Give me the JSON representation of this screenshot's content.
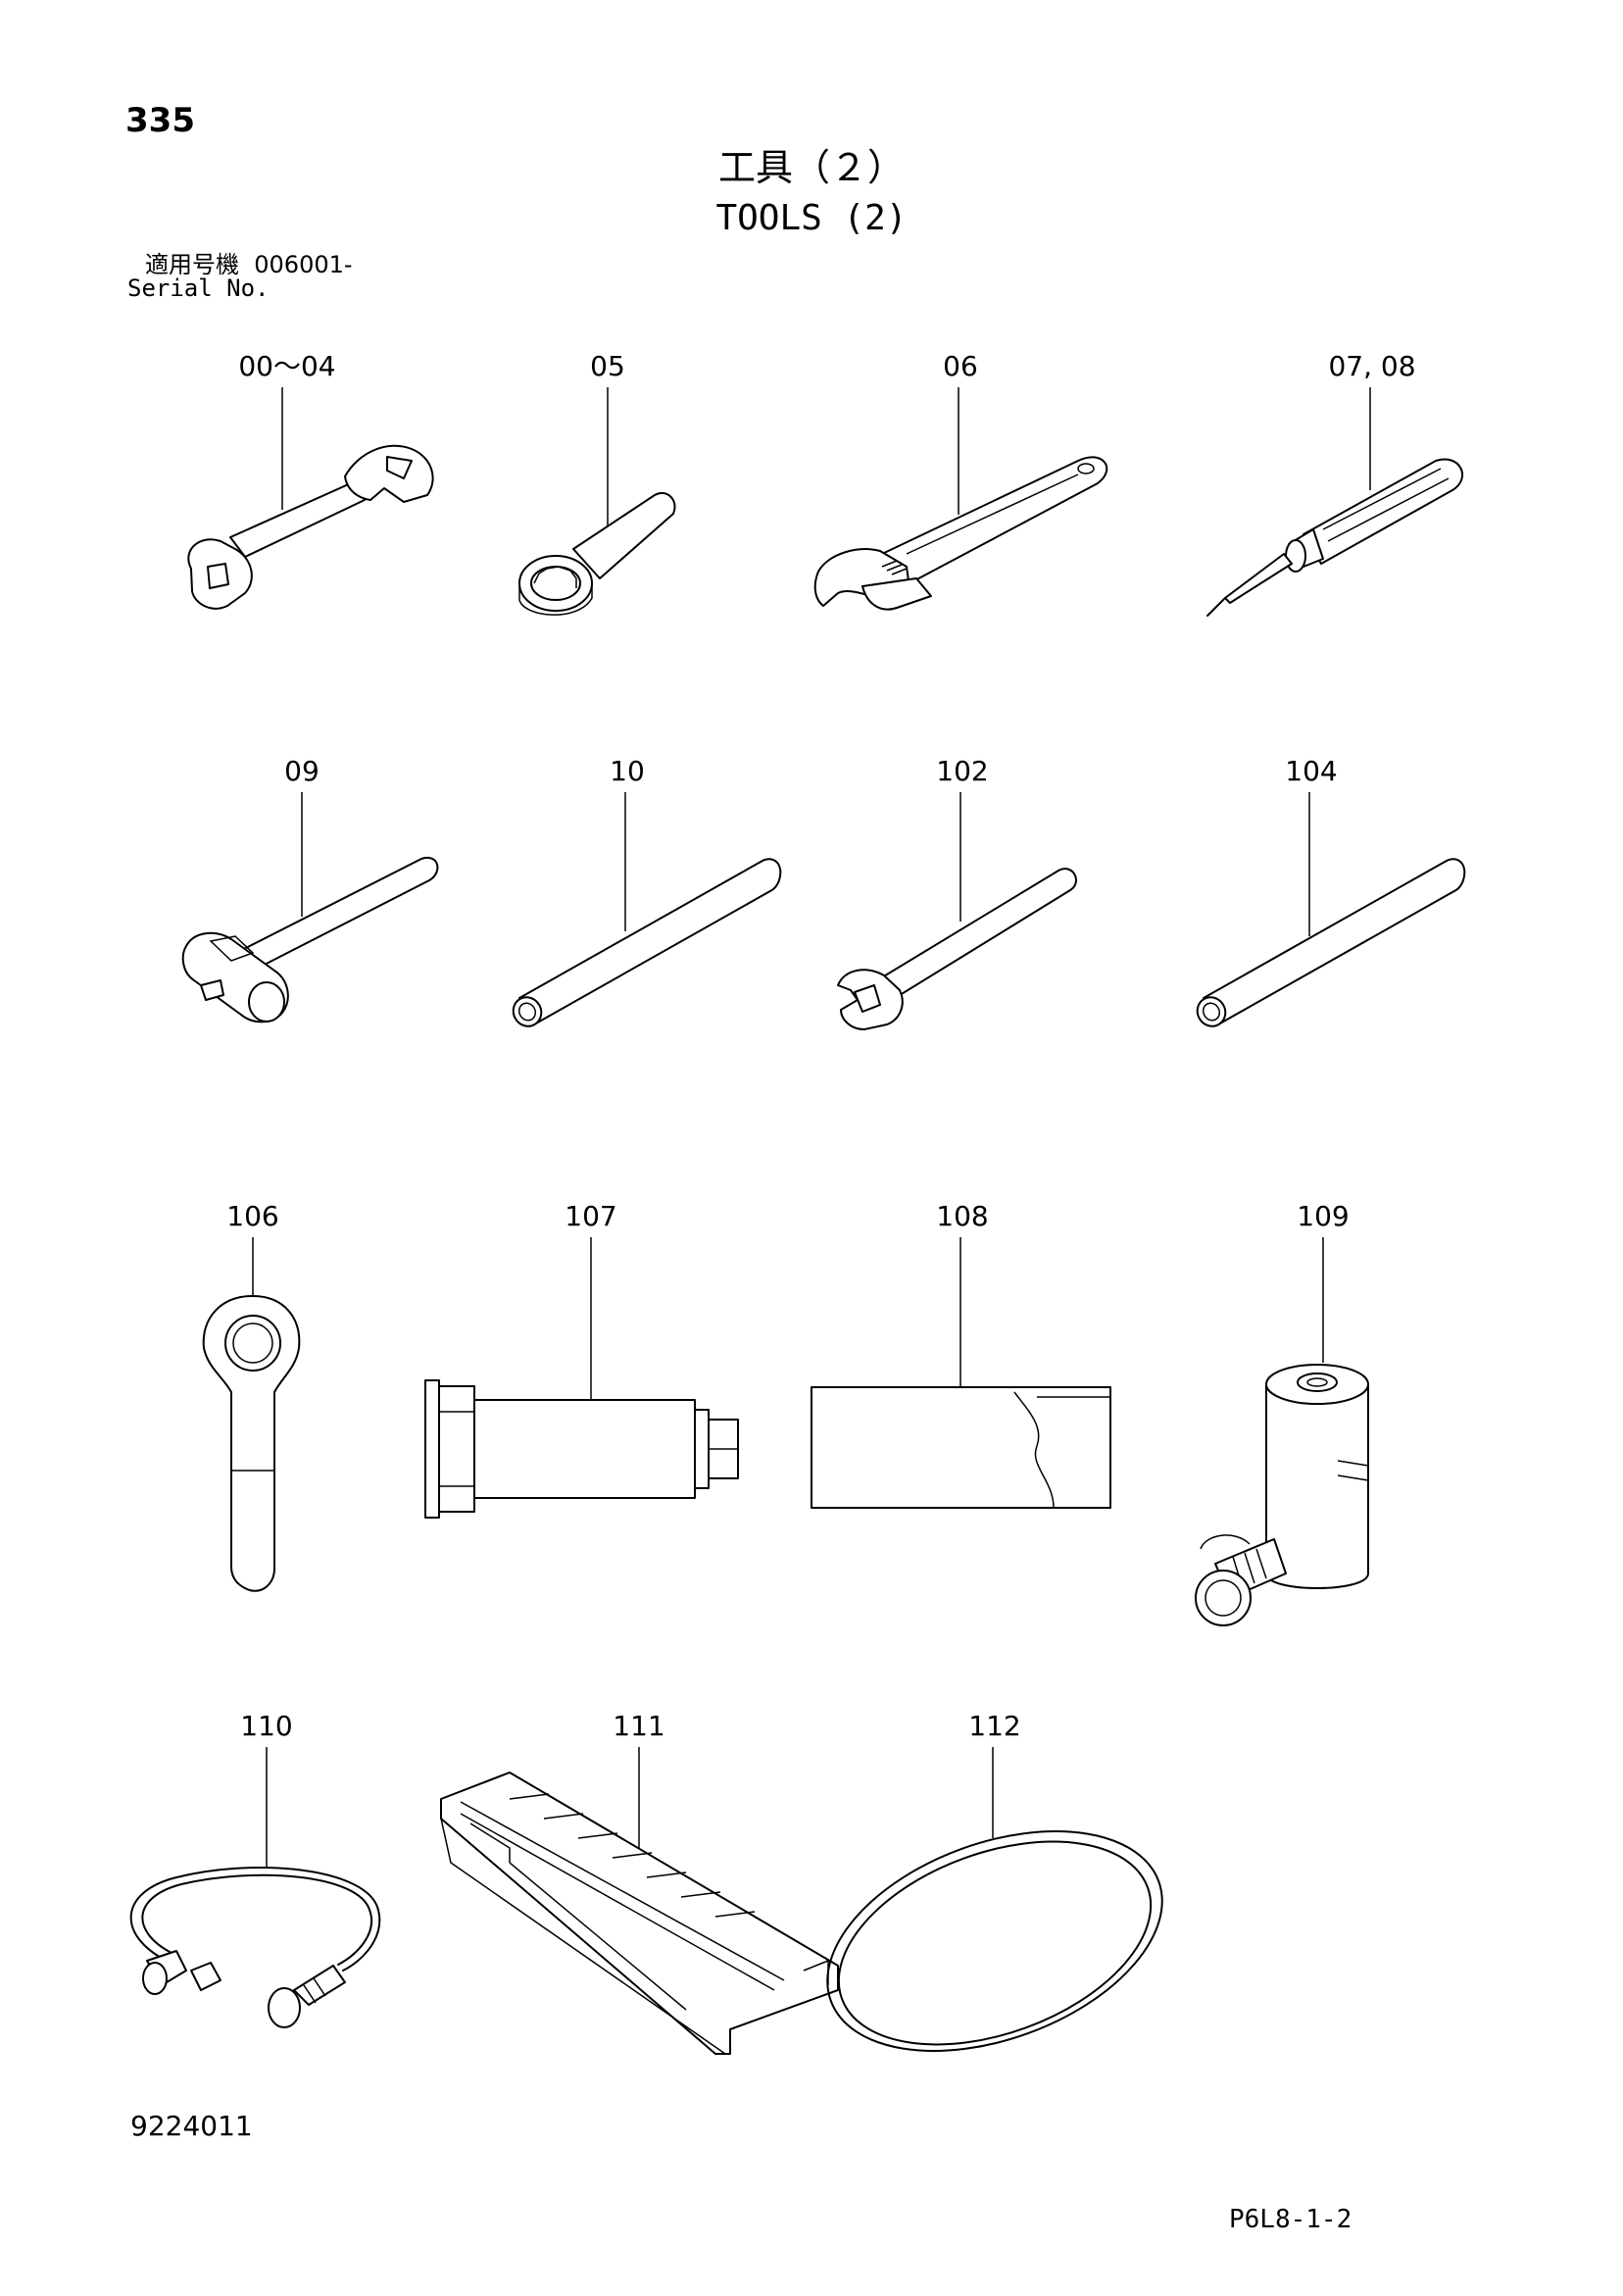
{
  "page_number": "335",
  "title_jp": "工具（２）",
  "title_en": "TOOLS (2)",
  "serial": {
    "label_jp": "適用号機",
    "value": "006001-",
    "label_en": "Serial No."
  },
  "parts": [
    {
      "label": "00〜04",
      "icon": "open-end-wrench-icon"
    },
    {
      "label": "05",
      "icon": "ring-wrench-icon"
    },
    {
      "label": "06",
      "icon": "adjustable-wrench-icon"
    },
    {
      "label": "07, 08",
      "icon": "screwdriver-icon"
    },
    {
      "label": "09",
      "icon": "hammer-icon"
    },
    {
      "label": "10",
      "icon": "pipe-icon"
    },
    {
      "label": "102",
      "icon": "single-open-wrench-icon"
    },
    {
      "label": "104",
      "icon": "pipe-icon"
    },
    {
      "label": "106",
      "icon": "eye-bolt-icon"
    },
    {
      "label": "107",
      "icon": "bushing-tool-icon"
    },
    {
      "label": "108",
      "icon": "plate-icon"
    },
    {
      "label": "109",
      "icon": "hydraulic-jack-icon"
    },
    {
      "label": "110",
      "icon": "hydraulic-hose-icon"
    },
    {
      "label": "111",
      "icon": "ladder-frame-icon"
    },
    {
      "label": "112",
      "icon": "belt-icon"
    }
  ],
  "doc_number": "9224011",
  "sheet_code": "P6L8-1-2"
}
